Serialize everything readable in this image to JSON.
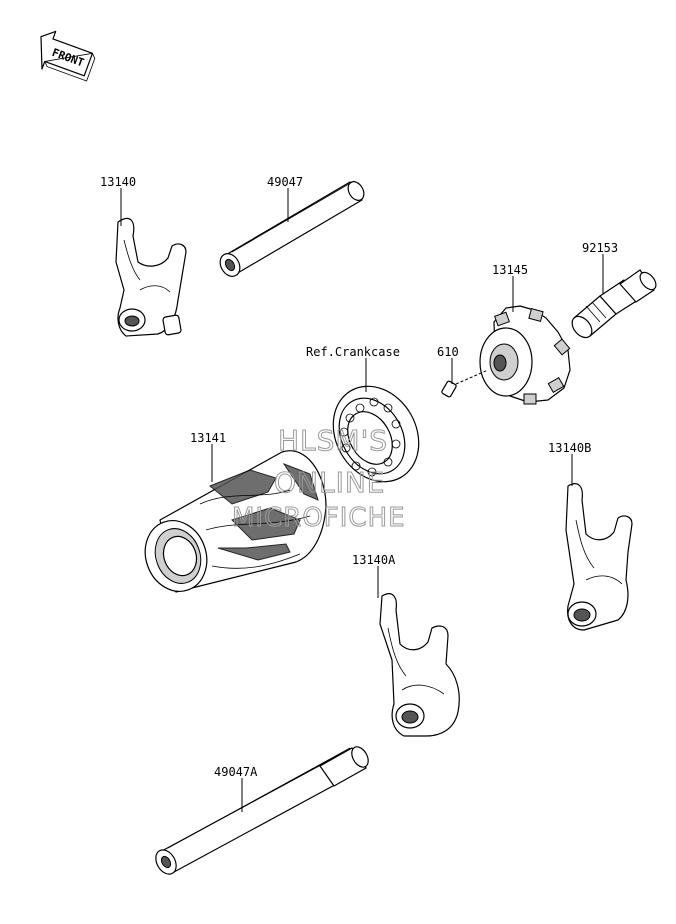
{
  "front_marker": {
    "label": "FRONT"
  },
  "parts": [
    {
      "id": "13140",
      "label": "13140"
    },
    {
      "id": "49047",
      "label": "49047"
    },
    {
      "id": "92153",
      "label": "92153"
    },
    {
      "id": "13145",
      "label": "13145"
    },
    {
      "id": "ref-crankcase",
      "label": "Ref.Crankcase"
    },
    {
      "id": "610",
      "label": "610"
    },
    {
      "id": "13141",
      "label": "13141"
    },
    {
      "id": "13140B",
      "label": "13140B"
    },
    {
      "id": "13140A",
      "label": "13140A"
    },
    {
      "id": "49047A",
      "label": "49047A"
    }
  ],
  "watermark": {
    "line1": "HLSM'S",
    "line2": "ONLINE",
    "line3": "MICROFICHE"
  }
}
